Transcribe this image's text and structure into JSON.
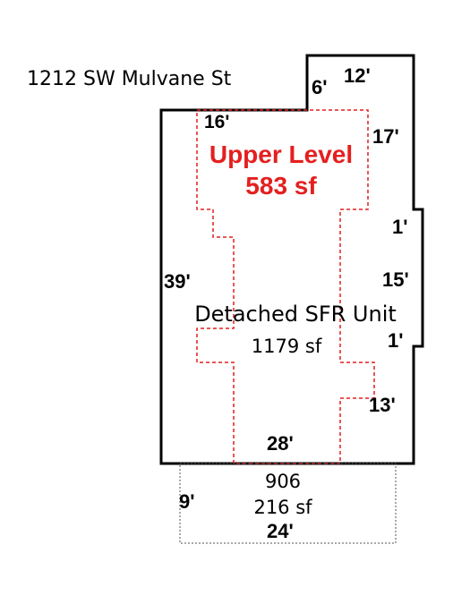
{
  "address": "1212 SW Mulvane St",
  "upper_level": {
    "title": "Upper Level",
    "area": "583 sf",
    "color": "#e41f1f"
  },
  "main_unit": {
    "title": "Detached SFR Unit",
    "area": "1179 sf"
  },
  "annex": {
    "title": "906",
    "area": "216 sf"
  },
  "dimensions": {
    "top_left_notch": "6'",
    "top_right_notch": "12'",
    "upper_top": "16'",
    "right_upper": "17'",
    "right_jog_upper": "1'",
    "left_side": "39'",
    "right_middle": "15'",
    "right_jog_lower": "1'",
    "right_lower": "13'",
    "upper_bottom": "28'",
    "annex_side": "9'",
    "annex_bottom": "24'"
  }
}
